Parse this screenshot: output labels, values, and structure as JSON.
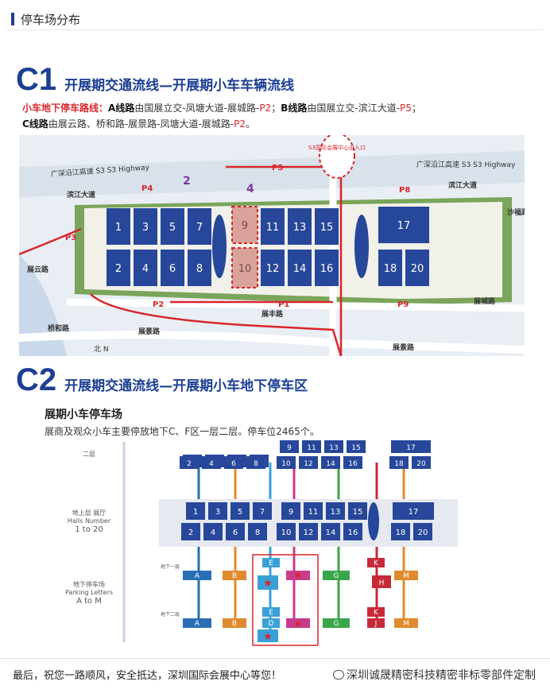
{
  "header": {
    "title": "停车场分布"
  },
  "c1": {
    "code": "C1",
    "title": "开展期交通流线—开展期小车车辆流线",
    "routes": {
      "label": "小车地下停车路线：",
      "a_name": "A线路",
      "a_text": "由国展立交-凤塘大道-展城路-",
      "a_park": "P2",
      "sep1": "；",
      "b_name": "B线路",
      "b_text": "由国展立交-滨江大道-",
      "b_park": "P5",
      "sep2": "；",
      "c_name": "C线路",
      "c_text": "由展云路、桥和路-展景路-凤塘大道-展城路-",
      "c_park": "P2",
      "end": "。"
    },
    "map": {
      "highway_left": "广深沿江高速 S3  S3 Highway",
      "highway_right": "广深沿江高速 S3  S3 Highway",
      "exit_sign": "S3国际会展中心出入口",
      "roads": {
        "binjiang": "滨江大道",
        "binjiang_right": "滨江大道",
        "zhanyun": "展云路",
        "qiaohe": "桥和路",
        "zhanjing": "展景路",
        "zhanfeng": "展丰路",
        "zhancheng": "展城路",
        "shafu": "沙福路",
        "zhanjing_right": "展景路",
        "north": "北 N"
      },
      "parking": [
        "P1",
        "P2",
        "P3",
        "P4",
        "P5",
        "P8",
        "P9"
      ],
      "gates": [
        "2",
        "4"
      ],
      "halls_top": [
        "1",
        "3",
        "5",
        "7",
        "9",
        "11",
        "13",
        "15",
        "17"
      ],
      "halls_bottom": [
        "2",
        "4",
        "6",
        "8",
        "10",
        "12",
        "14",
        "16",
        "18",
        "20"
      ]
    }
  },
  "c2": {
    "code": "C2",
    "title": "开展期交通流线—开展期小车地下停车区",
    "subtitle": "展期小车停车场",
    "desc": "展商及观众小车主要停放地下C、F区一层二层。停车位2465个。",
    "levels": {
      "second_floor": "二层",
      "ground_cn": "地上层 展厅",
      "ground_en1": "Halls Number",
      "ground_en2": "1 to 20",
      "parking_cn": "地下停车场",
      "parking_en1": "Parking Letters",
      "parking_en2": "A to M",
      "b1": "地下一层",
      "b2": "地下二层"
    },
    "zones_b1": [
      "A",
      "B",
      "E",
      "G",
      "K",
      "M"
    ],
    "zones_b2": [
      "A",
      "B",
      "E",
      "D",
      "G",
      "K",
      "J",
      "M"
    ],
    "zone_h": "H",
    "halls_upper_top": [
      "9",
      "11",
      "13",
      "15",
      "17"
    ],
    "halls_upper_bottom": [
      "2",
      "4",
      "6",
      "8",
      "10",
      "12",
      "14",
      "16",
      "18",
      "20"
    ],
    "halls_ground_top": [
      "1",
      "3",
      "5",
      "7",
      "9",
      "11",
      "13",
      "15",
      "17"
    ],
    "halls_ground_bottom": [
      "2",
      "4",
      "6",
      "8",
      "10",
      "12",
      "14",
      "16",
      "18",
      "20"
    ]
  },
  "footer": {
    "text": "最后，祝您一路顺风，安全抵达，深圳国际会展中心等您！",
    "watermark": "深圳诚晟精密科技精密非标零部件定制"
  },
  "colors": {
    "brand": "#1c3f94",
    "red": "#d8262b",
    "hall": "#27479a",
    "green": "#5a8f3c"
  }
}
